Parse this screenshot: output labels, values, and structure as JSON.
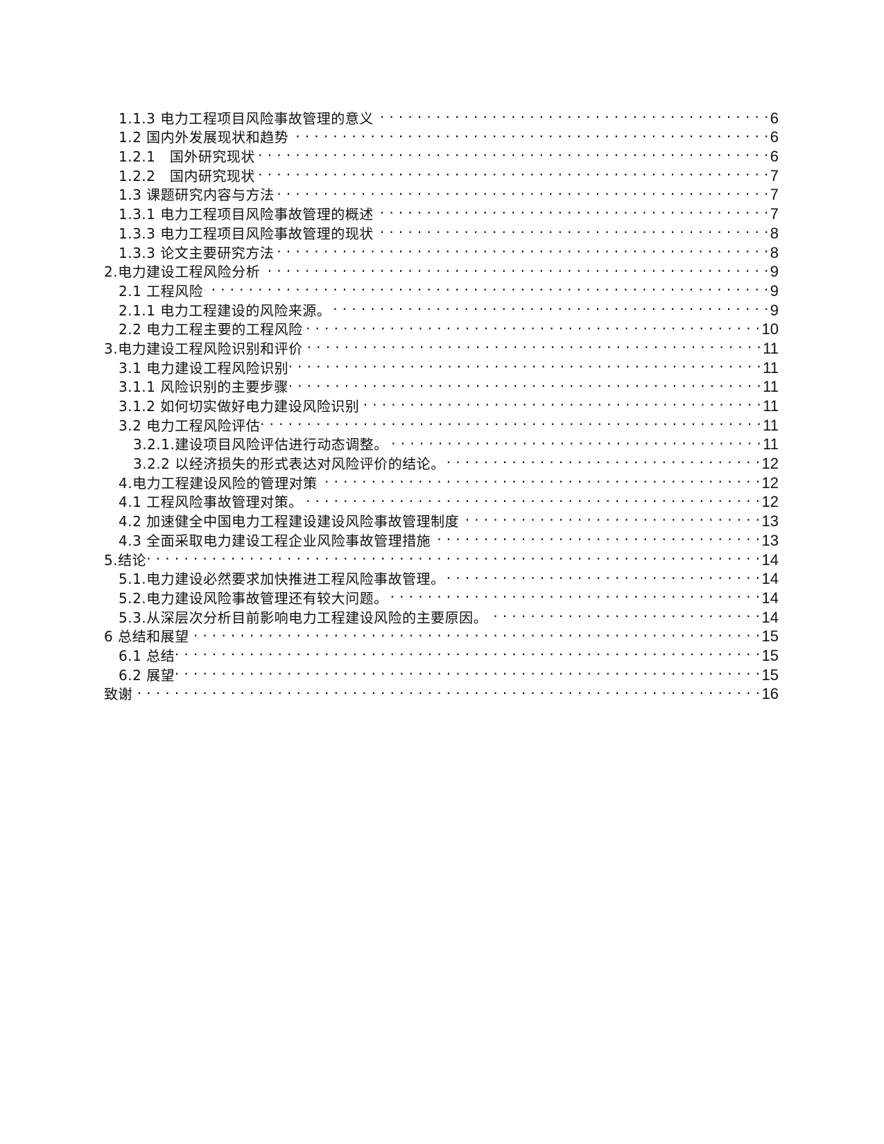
{
  "toc": {
    "entries": [
      {
        "level": 2,
        "title": "1.1.3 电力工程项目风险事故管理的意义",
        "page": "6"
      },
      {
        "level": 2,
        "title": "1.2 国内外发展现状和趋势",
        "page": "6"
      },
      {
        "level": 2,
        "title": "1.2.1　国外研究现状",
        "page": "6"
      },
      {
        "level": 2,
        "title": "1.2.2　国内研究现状",
        "page": "7"
      },
      {
        "level": 2,
        "title": "1.3 课题研究内容与方法",
        "page": "7"
      },
      {
        "level": 2,
        "title": "1.3.1 电力工程项目风险事故管理的概述",
        "page": "7"
      },
      {
        "level": 2,
        "title": "1.3.3 电力工程项目风险事故管理的现状",
        "page": "8"
      },
      {
        "level": 2,
        "title": "1.3.3 论文主要研究方法",
        "page": "8"
      },
      {
        "level": 1,
        "title": "2.电力建设工程风险分析",
        "page": "9"
      },
      {
        "level": 2,
        "title": "2.1 工程风险",
        "page": "9"
      },
      {
        "level": 2,
        "title": "2.1.1 电力工程建设的风险来源。",
        "page": "9"
      },
      {
        "level": 2,
        "title": "2.2 电力工程主要的工程风险",
        "page": "10"
      },
      {
        "level": 1,
        "title": "3.电力建设工程风险识别和评价",
        "page": "11"
      },
      {
        "level": 2,
        "title": "3.1 电力建设工程风险识别",
        "page": "11"
      },
      {
        "level": 2,
        "title": "3.1.1 风险识别的主要步骤",
        "page": "11"
      },
      {
        "level": 2,
        "title": "3.1.2 如何切实做好电力建设风险识别",
        "page": "11"
      },
      {
        "level": 2,
        "title": "3.2 电力工程风险评估",
        "page": "11"
      },
      {
        "level": 3,
        "title": "3.2.1.建设项目风险评估进行动态调整。",
        "page": "11"
      },
      {
        "level": 3,
        "title": "3.2.2 以经济损失的形式表达对风险评价的结论。",
        "page": "12"
      },
      {
        "level": 2,
        "title": "4.电力工程建设风险的管理对策",
        "page": "12"
      },
      {
        "level": 2,
        "title": "4.1 工程风险事故管理对策。",
        "page": "12"
      },
      {
        "level": 2,
        "title": "4.2 加速健全中国电力工程建设建设风险事故管理制度",
        "page": "13"
      },
      {
        "level": 2,
        "title": "4.3 全面采取电力建设工程企业风险事故管理措施",
        "page": "13"
      },
      {
        "level": 1,
        "title": "5.结论",
        "page": "14"
      },
      {
        "level": 2,
        "title": "5.1.电力建设必然要求加快推进工程风险事故管理。",
        "page": "14"
      },
      {
        "level": 2,
        "title": "5.2.电力建设风险事故管理还有较大问题。",
        "page": "14"
      },
      {
        "level": 2,
        "title": "5.3.从深层次分析目前影响电力工程建设风险的主要原因。",
        "page": "14"
      },
      {
        "level": 1,
        "title": "6 总结和展望",
        "page": "15"
      },
      {
        "level": 2,
        "title": "6.1 总结",
        "page": "15"
      },
      {
        "level": 2,
        "title": "6.2 展望",
        "page": "15"
      },
      {
        "level": 1,
        "title": "致谢",
        "page": "16"
      }
    ]
  }
}
